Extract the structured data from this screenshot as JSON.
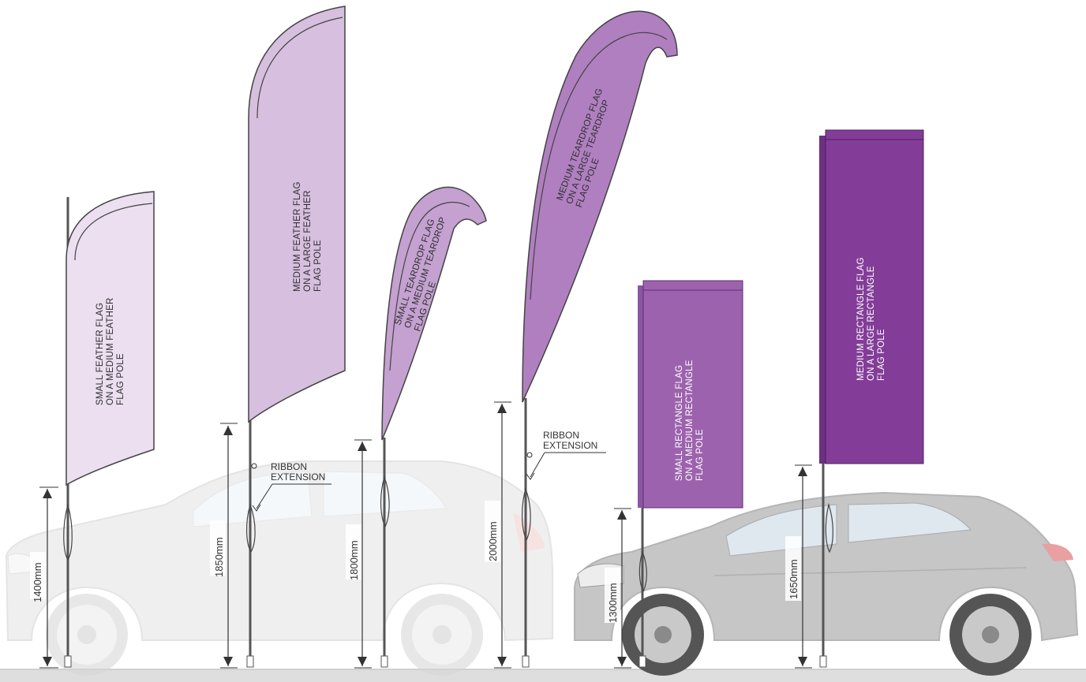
{
  "colors": {
    "flag_small_feather": "#ebdff0",
    "flag_medium_feather": "#d7bfdf",
    "flag_small_teardrop": "#c4a1d0",
    "flag_medium_teardrop": "#b07fc0",
    "flag_small_rectangle": "#9d62ae",
    "flag_medium_rectangle": "#833d98",
    "car_body": "#c9c9c9",
    "car_faded": "#e6e6e6",
    "ground": "#dedede",
    "pole": "#555555"
  },
  "flags": [
    {
      "id": "small-feather",
      "lines": [
        "SMALL FEATHER FLAG",
        "ON A MEDIUM FEATHER",
        "FLAG POLE"
      ],
      "height_label": "1400mm"
    },
    {
      "id": "medium-feather",
      "lines": [
        "MEDIUM FEATHER FLAG",
        "ON A LARGE FEATHER",
        "FLAG POLE"
      ],
      "height_label": "1850mm"
    },
    {
      "id": "small-teardrop",
      "lines": [
        "SMALL TEARDROP FLAG",
        "ON A MEDIUM TEARDROP",
        "FLAG POLE"
      ],
      "height_label": "1800mm"
    },
    {
      "id": "medium-teardrop",
      "lines": [
        "MEDIUM TEARDROP FLAG",
        "ON A LARGE TEARDROP",
        "FLAG POLE"
      ],
      "height_label": "2000mm"
    },
    {
      "id": "small-rectangle",
      "lines": [
        "SMALL RECTANGLE FLAG",
        "ON A MEDIUM RECTANGLE",
        "FLAG POLE"
      ],
      "height_label": "1300mm"
    },
    {
      "id": "medium-rectangle",
      "lines": [
        "MEDIUM RECTANGLE FLAG",
        "ON A LARGE RECTANGLE",
        "FLAG POLE"
      ],
      "height_label": "1650mm"
    }
  ],
  "annotations": [
    {
      "lines": [
        "RIBBON",
        "EXTENSION"
      ]
    },
    {
      "lines": [
        "RIBBON",
        "EXTENSION"
      ]
    }
  ]
}
